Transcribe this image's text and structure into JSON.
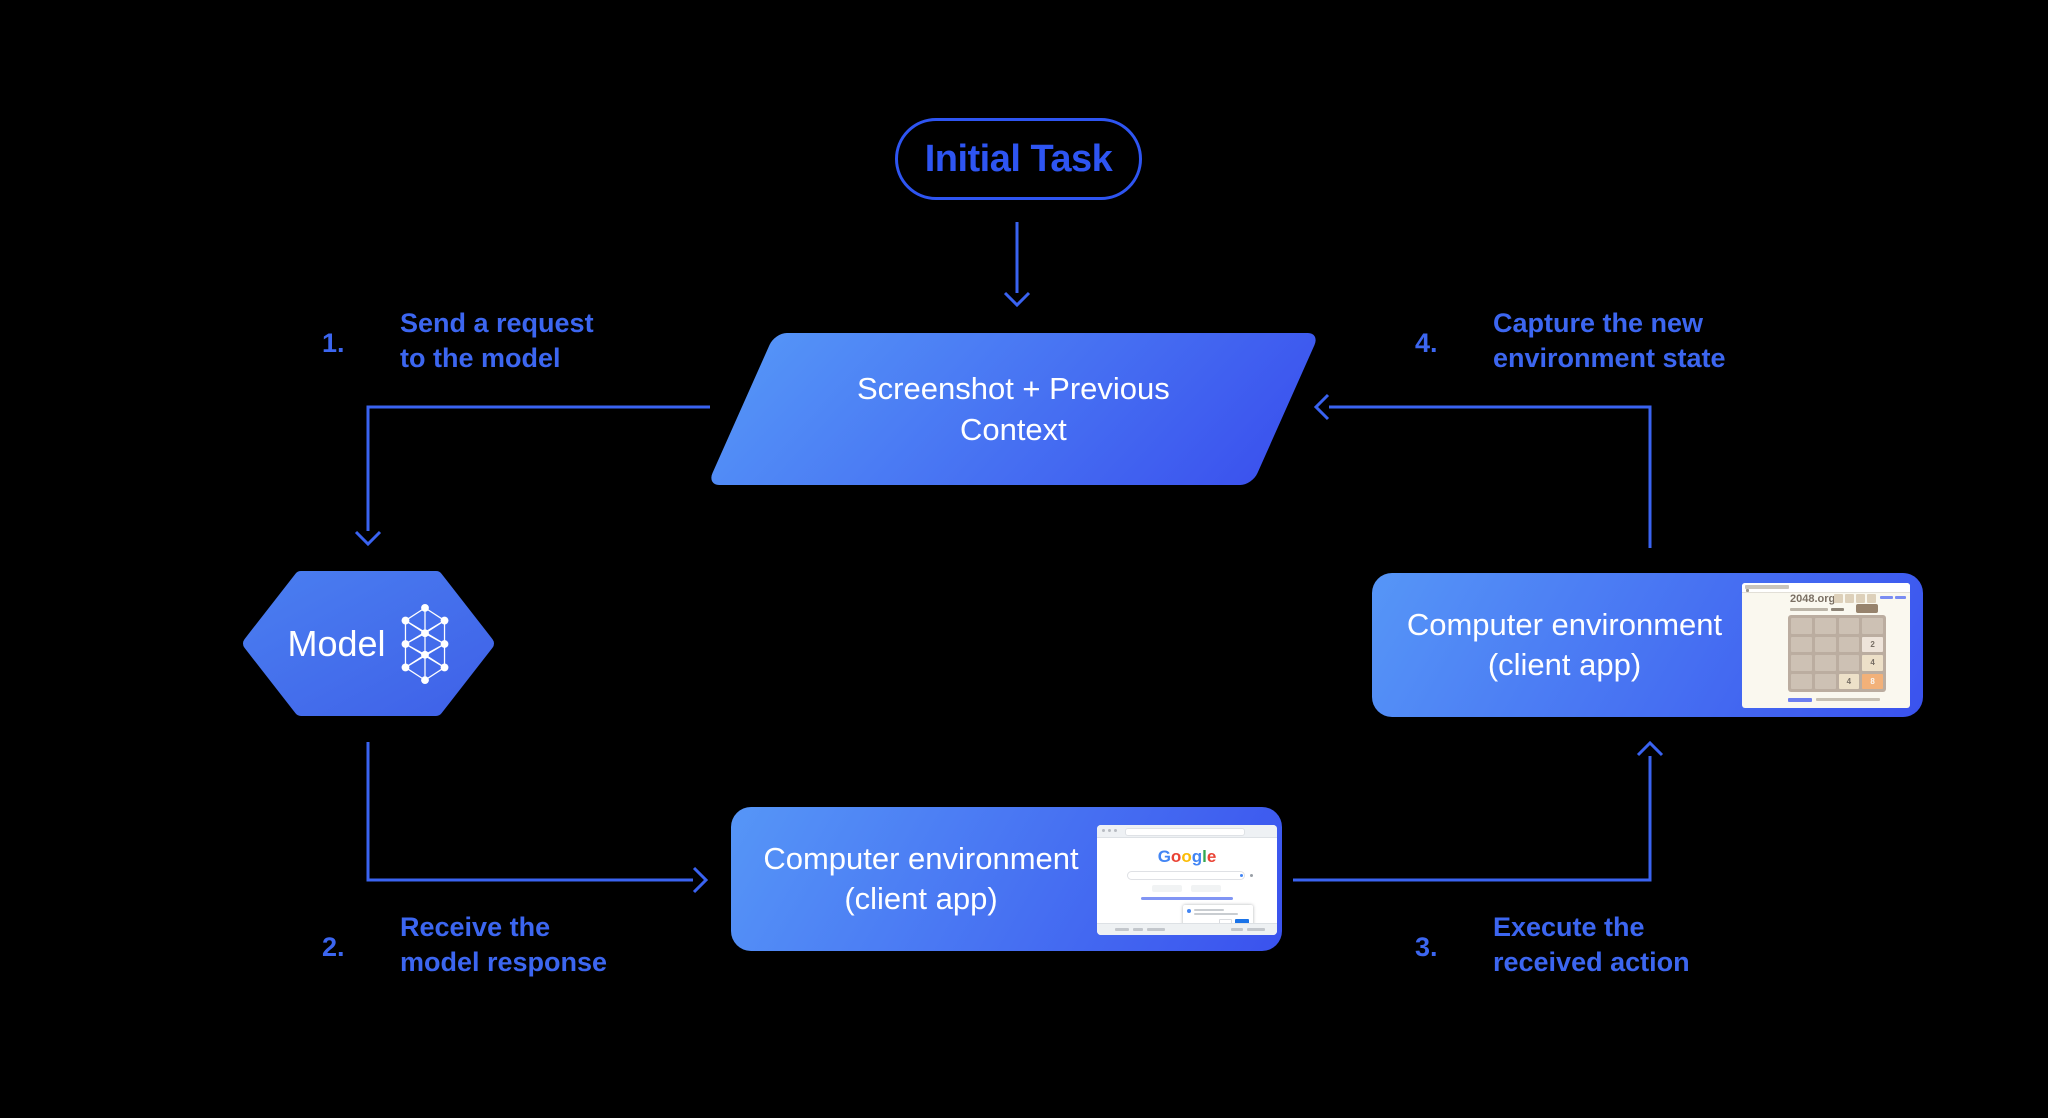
{
  "colors": {
    "background": "#000000",
    "pill_blue": "#2e55f2",
    "line_blue": "#3a63f1",
    "label_blue": "#3c66f0",
    "shape_gradient_start": "#5493f7",
    "shape_gradient_end": "#3b53ee",
    "hexagon_gradient_start": "#4a7ef0",
    "hexagon_gradient_end": "#3f61e8",
    "shape_text": "#ffffff"
  },
  "nodes": {
    "initial_task": {
      "label": "Initial Task"
    },
    "screenshot_context": {
      "line1": "Screenshot + Previous",
      "line2": "Context"
    },
    "model": {
      "label": "Model"
    },
    "env_bottom": {
      "line1": "Computer environment",
      "line2": "(client app)"
    },
    "env_right": {
      "line1": "Computer environment",
      "line2": "(client app)"
    }
  },
  "steps": [
    {
      "num": "1.",
      "line1": "Send a request",
      "line2": "to the model"
    },
    {
      "num": "2.",
      "line1": "Receive the",
      "line2": "model response"
    },
    {
      "num": "3.",
      "line1": "Execute the",
      "line2": "received action"
    },
    {
      "num": "4.",
      "line1": "Capture the new",
      "line2": "environment state"
    }
  ],
  "google_thumb": {
    "logo": [
      {
        "ch": "G",
        "color": "#4285F4"
      },
      {
        "ch": "o",
        "color": "#EA4335"
      },
      {
        "ch": "o",
        "color": "#FBBC05"
      },
      {
        "ch": "g",
        "color": "#4285F4"
      },
      {
        "ch": "l",
        "color": "#34A853"
      },
      {
        "ch": "e",
        "color": "#EA4335"
      }
    ]
  },
  "game_thumb": {
    "site": "2048.org",
    "tiles": [
      "2",
      "4",
      "4",
      "8"
    ]
  }
}
